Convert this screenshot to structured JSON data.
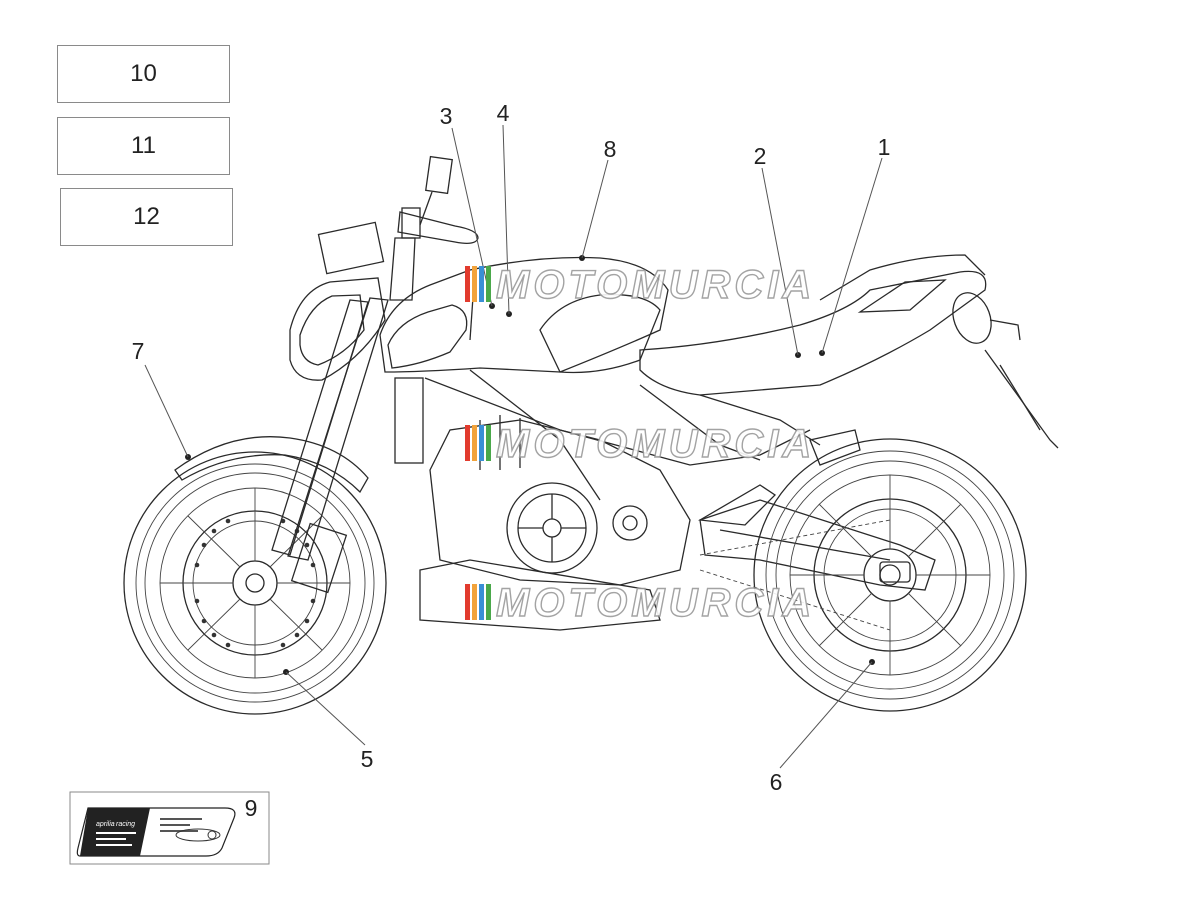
{
  "boxes": [
    {
      "label": "10"
    },
    {
      "label": "11"
    },
    {
      "label": "12"
    }
  ],
  "callouts": [
    "1",
    "2",
    "3",
    "4",
    "5",
    "6",
    "7",
    "8",
    "9"
  ],
  "watermark": "MOTOMURCIA",
  "sticker": {
    "brand": "aprilia",
    "line": "racing"
  },
  "colors": {
    "stroke": "#2a2a2a",
    "watermark_stroke": "#9a9a9a",
    "watermark_stripes": [
      "#e23b2e",
      "#f2a33a",
      "#3a8fd6",
      "#4aa84a"
    ]
  }
}
